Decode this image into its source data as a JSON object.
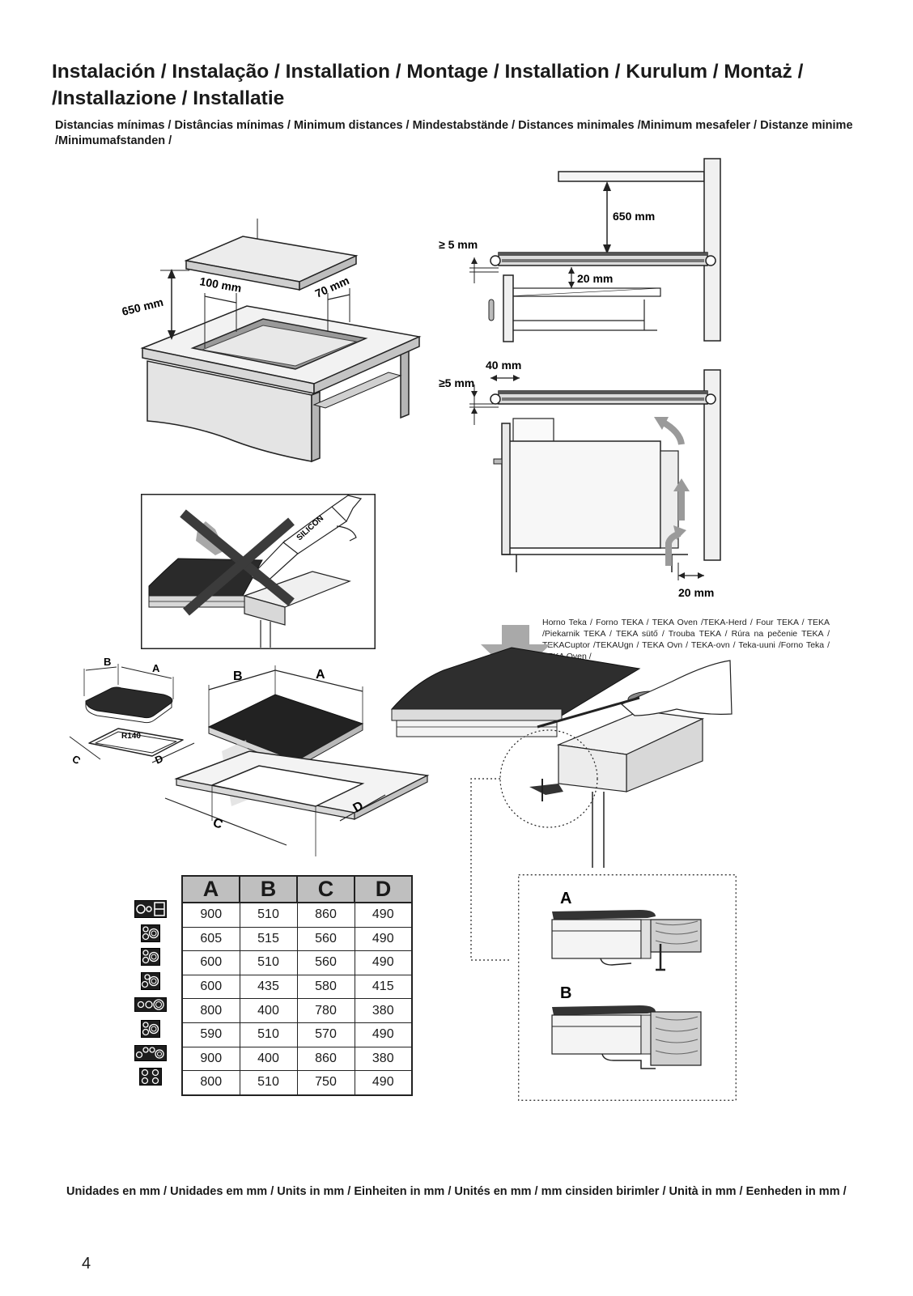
{
  "title": "Instalación / Instalação / Installation / Montage / Installation / Kurulum / Montaż / /Installazione / Installatie",
  "subtitle": "Distancias mínimas / Distâncias mínimas / Minimum distances / Mindestabstände / Distances minimales /Minimum mesafeler / Distanze minime /Minimumafstanden /",
  "fig_cabinet": {
    "dim_height": "650 mm",
    "dim_left": "100 mm",
    "dim_right": "70 mm"
  },
  "fig_side_top": {
    "dim_hood": "650 mm",
    "dim_gap": "≥ 5 mm",
    "dim_drawer": "20 mm"
  },
  "fig_side_oven": {
    "dim_edge": "40 mm",
    "dim_gap": "≥5 mm",
    "dim_wall": "20 mm"
  },
  "fig_silicon": {
    "tube_label": "SILICON"
  },
  "oven_caption": "Horno Teka / Forno TEKA / TEKA Oven /TEKA-Herd / Four TEKA / TEKA /Piekarnik TEKA / TEKA sütő / Trouba TEKA / Rúra na pečenie TEKA / TEKACuptor /TEKAUgn / TEKA Ovn / TEKA-ovn / Teka-uuni /Forno Teka / TEKA Oven /",
  "fig_cutout": {
    "label_a": "A",
    "label_b": "B",
    "label_c": "C",
    "label_d": "D",
    "radius": "R140"
  },
  "fig_fixing": {
    "label_a": "A",
    "label_b": "B"
  },
  "table": {
    "headers": [
      "A",
      "B",
      "C",
      "D"
    ],
    "rows": [
      [
        "900",
        "510",
        "860",
        "490"
      ],
      [
        "605",
        "515",
        "560",
        "490"
      ],
      [
        "600",
        "510",
        "560",
        "490"
      ],
      [
        "600",
        "435",
        "580",
        "415"
      ],
      [
        "800",
        "400",
        "780",
        "380"
      ],
      [
        "590",
        "510",
        "570",
        "490"
      ],
      [
        "900",
        "400",
        "860",
        "380"
      ],
      [
        "800",
        "510",
        "750",
        "490"
      ]
    ]
  },
  "hob_icons": [
    "hob-2-zones-plus-plate-icon",
    "hob-4-zones-icon",
    "hob-4-zones-icon",
    "hob-4-zones-icon",
    "hob-3-zones-row-icon",
    "hob-4-zones-icon",
    "hob-5-zones-icon",
    "hob-4-zones-icon"
  ],
  "units": "Unidades en mm / Unidades em mm / Units in mm / Einheiten in mm / Unités en mm / mm cinsiden birimler / Unità in mm / Eenheden in mm /",
  "page_number": "4"
}
